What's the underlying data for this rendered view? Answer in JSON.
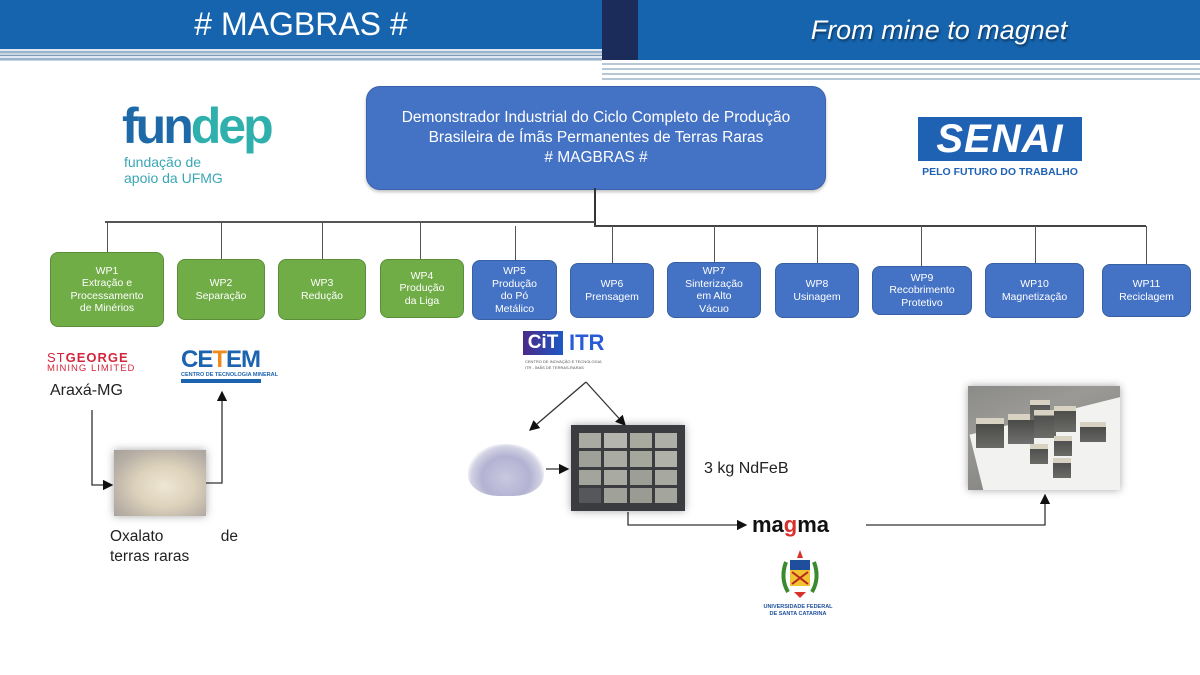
{
  "header": {
    "title": "# MAGBRAS #",
    "slogan": "From mine to magnet"
  },
  "main_box": {
    "line1": "Demonstrador Industrial do Ciclo Completo de Produção",
    "line2": "Brasileira de Ímãs Permanentes de Terras Raras",
    "line3": "# MAGBRAS #"
  },
  "work_packages": [
    {
      "id": "WP1",
      "lines": [
        "Extração e",
        "Processamento",
        "de Minérios"
      ],
      "color": "#70ad47"
    },
    {
      "id": "WP2",
      "lines": [
        "Separação"
      ],
      "color": "#70ad47"
    },
    {
      "id": "WP3",
      "lines": [
        "Redução"
      ],
      "color": "#70ad47"
    },
    {
      "id": "WP4",
      "lines": [
        "Produção",
        "da Liga"
      ],
      "color": "#70ad47"
    },
    {
      "id": "WP5",
      "lines": [
        "Produção",
        "do Pó",
        "Metálico"
      ],
      "color": "#4472c4"
    },
    {
      "id": "WP6",
      "lines": [
        "Prensagem"
      ],
      "color": "#4472c4"
    },
    {
      "id": "WP7",
      "lines": [
        "Sinterização",
        "em Alto",
        "Vácuo"
      ],
      "color": "#4472c4"
    },
    {
      "id": "WP8",
      "lines": [
        "Usinagem"
      ],
      "color": "#4472c4"
    },
    {
      "id": "WP9",
      "lines": [
        "Recobrimento",
        "Protetivo"
      ],
      "color": "#4472c4"
    },
    {
      "id": "WP10",
      "lines": [
        "Magnetização"
      ],
      "color": "#4472c4"
    },
    {
      "id": "WP11",
      "lines": [
        "Reciclagem"
      ],
      "color": "#4472c4"
    }
  ],
  "logos": {
    "fundep": {
      "word_a": "fun",
      "word_b": "dep",
      "sub1": "fundação de",
      "sub2": "apoio da UFMG"
    },
    "senai": {
      "name": "SENAI",
      "tagline": "PELO FUTURO DO TRABALHO"
    },
    "stgeorge": {
      "line1_a": "ST",
      "line1_b": "GEORGE",
      "line2": "MINING LIMITED"
    },
    "cetem": {
      "name_a": "CE",
      "name_b": "T",
      "name_c": "EM",
      "sub": "CENTRO DE TECNOLOGIA MINERAL"
    },
    "cit": {
      "mark": "CiT",
      "name": "ITR",
      "sub1": "CENTRO DE INOVAÇÃO E TECNOLOGIA",
      "sub2": "ITR - ÍMÃS DE TERRAS-RARAS"
    },
    "magma": {
      "a": "ma",
      "g": "g",
      "b": "ma"
    },
    "ufsc": {
      "line1": "UNIVERSIDADE FEDERAL",
      "line2": "DE SANTA CATARINA"
    }
  },
  "labels": {
    "location": "Araxá-MG",
    "oxalato_line1": "Oxalato de",
    "oxalato_line2": "terras raras",
    "ndfeb": "3 kg NdFeB"
  },
  "colors": {
    "header_blue": "#1664ae",
    "box_blue": "#4472c4",
    "box_green": "#70ad47"
  }
}
